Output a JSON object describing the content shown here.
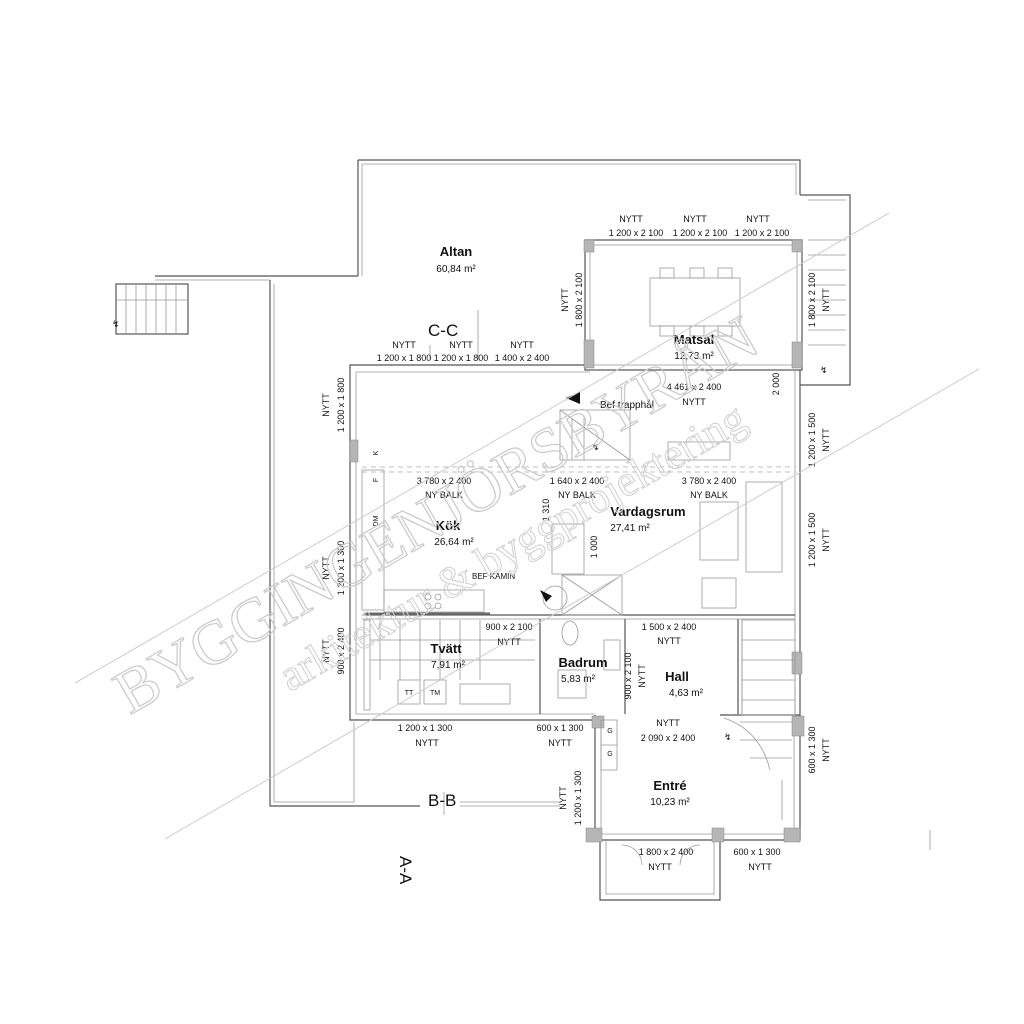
{
  "rooms": {
    "altan": {
      "name": "Altan",
      "area": "60,84 m²"
    },
    "matsal": {
      "name": "Matsal",
      "area": "12,73 m²"
    },
    "kok": {
      "name": "Kök",
      "area": "26,64 m²"
    },
    "vardagsrum": {
      "name": "Vardagsrum",
      "area": "27,41 m²"
    },
    "tvatt": {
      "name": "Tvätt",
      "area": "7,91 m²"
    },
    "badrum": {
      "name": "Badrum",
      "area": "5,83 m²"
    },
    "hall": {
      "name": "Hall",
      "area": "4,63 m²"
    },
    "entre": {
      "name": "Entré",
      "area": "10,23 m²"
    }
  },
  "sections": {
    "cc": "C-C",
    "bb": "B-B",
    "aa": "A-A"
  },
  "labels": {
    "nytt": "NYTT",
    "ny_balk": "NY BALK",
    "bef_trapphal": "Bef trapphål",
    "bef_kamin": "BEF KAMIN",
    "k": "K",
    "f": "F",
    "dm": "DM",
    "tt": "TT",
    "tm": "TM",
    "g": "G"
  },
  "dimensions": {
    "top1": "1 200 x 2 100",
    "top2": "1 200 x 2 100",
    "top3": "1 200 x 2 100",
    "matsal_left": "1 800 x 2 100",
    "matsal_right": "1 800 x 2 100",
    "cc1": "1 200 x 1 800",
    "cc2": "1 200 x 1 800",
    "cc3": "1 400 x 2 400",
    "left_upper": "1 200 x 1 800",
    "stair_opening": "4 461 x 2 400",
    "h2000": "2 000",
    "right_upper": "1 200 x 1 500",
    "beam1": "3 780 x 2 400",
    "beam2": "1 640 x 2 400",
    "beam3": "3 780 x 2 400",
    "v1310": "1 310",
    "v1000": "1 000",
    "right_mid": "1 200 x 1 500",
    "left_mid": "1 200 x 1 300",
    "tvatt_left": "900 x 2 400",
    "bad_door": "900 x 2 100",
    "hall_top": "1 500 x 2 400",
    "hall_left": "900 x 2 100",
    "bottom1": "1 200 x 1 300",
    "bottom2": "600 x 1 300",
    "entre_top": "2 090 x 2 400",
    "entre_right": "600 x 1 300",
    "entre_left": "1 200 x 1 300",
    "entre_bot1": "1 800 x 2 400",
    "entre_bot2": "600 x 1 300"
  },
  "watermark": {
    "line1": "BYGGINGENJÖRSBYRÅN",
    "line2": "arkitektur & byggprojektering"
  }
}
